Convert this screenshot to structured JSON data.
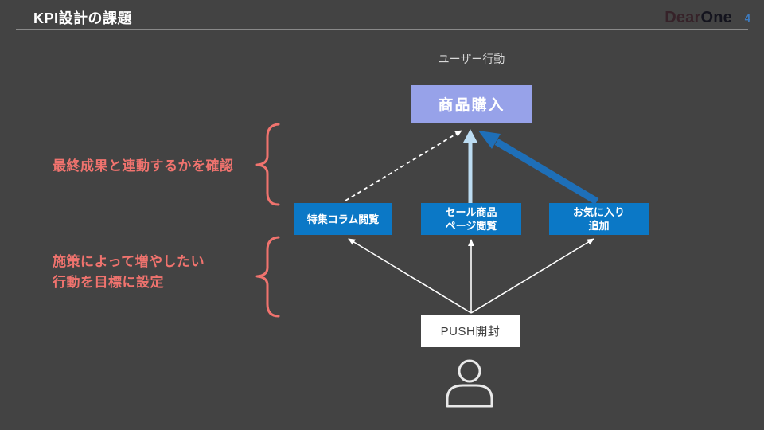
{
  "header": {
    "title": "KPI設計の課題",
    "logo": {
      "dear": "Dear",
      "one": "One"
    },
    "page_number": "4"
  },
  "diagram": {
    "section_label": "ユーザー行動",
    "goal_box": "商品購入",
    "action_boxes": [
      {
        "label": "特集コラム閲覧"
      },
      {
        "label": "セール商品\nページ閲覧"
      },
      {
        "label": "お気に入り\n追加"
      }
    ],
    "trigger_box": "PUSH開封",
    "icons": [
      "person-icon"
    ],
    "arrows": [
      {
        "name": "column-to-purchase",
        "style": "dashed",
        "color": "#ffffff"
      },
      {
        "name": "sale-to-purchase",
        "style": "solid-medium",
        "color": "#bcdcf2"
      },
      {
        "name": "favorite-to-purchase",
        "style": "solid-thick",
        "color": "#1e6fb8"
      },
      {
        "name": "push-to-column",
        "style": "solid-thin",
        "color": "#ffffff"
      },
      {
        "name": "push-to-sale",
        "style": "solid-thin",
        "color": "#ffffff"
      },
      {
        "name": "push-to-favorite",
        "style": "solid-thin",
        "color": "#ffffff"
      }
    ]
  },
  "annotations": [
    {
      "text": "最終成果と連動するかを確認"
    },
    {
      "text": "施策によって増やしたい\n行動を目標に設定"
    }
  ],
  "colors": {
    "background": "#434343",
    "accent_coral": "#f0736e",
    "action_box_blue": "#0b78c6",
    "goal_box_purple": "#97a2e9",
    "arrow_dark_blue": "#1e6fb8",
    "arrow_light_blue": "#bcdcf2",
    "page_number_blue": "#3d7bc0"
  }
}
